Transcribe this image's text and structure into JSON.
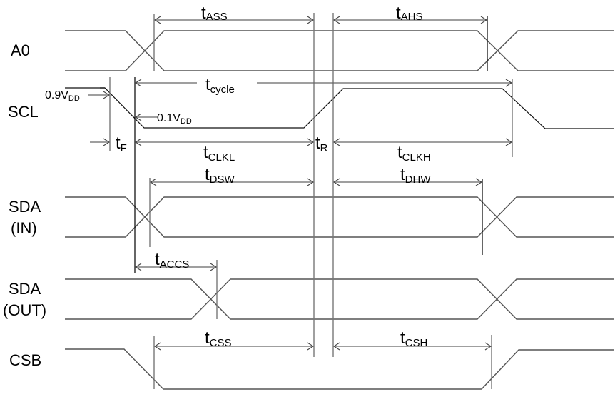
{
  "diagram": {
    "type": "timing-diagram",
    "signals": [
      {
        "id": "a0",
        "label_lines": [
          "A0"
        ],
        "kind": "bus"
      },
      {
        "id": "scl",
        "label_lines": [
          "SCL"
        ],
        "kind": "clock"
      },
      {
        "id": "sda_in",
        "label_lines": [
          "SDA",
          "(IN)"
        ],
        "kind": "bus"
      },
      {
        "id": "sda_out",
        "label_lines": [
          "SDA",
          "(OUT)"
        ],
        "kind": "bus"
      },
      {
        "id": "csb",
        "label_lines": [
          "CSB"
        ],
        "kind": "level"
      }
    ],
    "timing_params": {
      "t_ass": {
        "base": "t",
        "sub": "ASS"
      },
      "t_ahs": {
        "base": "t",
        "sub": "AHS"
      },
      "t_cycle": {
        "base": "t",
        "sub": "cycle"
      },
      "t_f": {
        "base": "t",
        "sub": "F"
      },
      "t_r": {
        "base": "t",
        "sub": "R"
      },
      "t_clkl": {
        "base": "t",
        "sub": "CLKL"
      },
      "t_clkh": {
        "base": "t",
        "sub": "CLKH"
      },
      "t_dsw": {
        "base": "t",
        "sub": "DSW"
      },
      "t_dhw": {
        "base": "t",
        "sub": "DHW"
      },
      "t_accs": {
        "base": "t",
        "sub": "ACCS"
      },
      "t_css": {
        "base": "t",
        "sub": "CSS"
      },
      "t_csh": {
        "base": "t",
        "sub": "CSH"
      }
    },
    "voltage_marks": {
      "high": {
        "main": "0.9V",
        "sub": "DD"
      },
      "low": {
        "main": "0.1V",
        "sub": "DD"
      }
    }
  }
}
